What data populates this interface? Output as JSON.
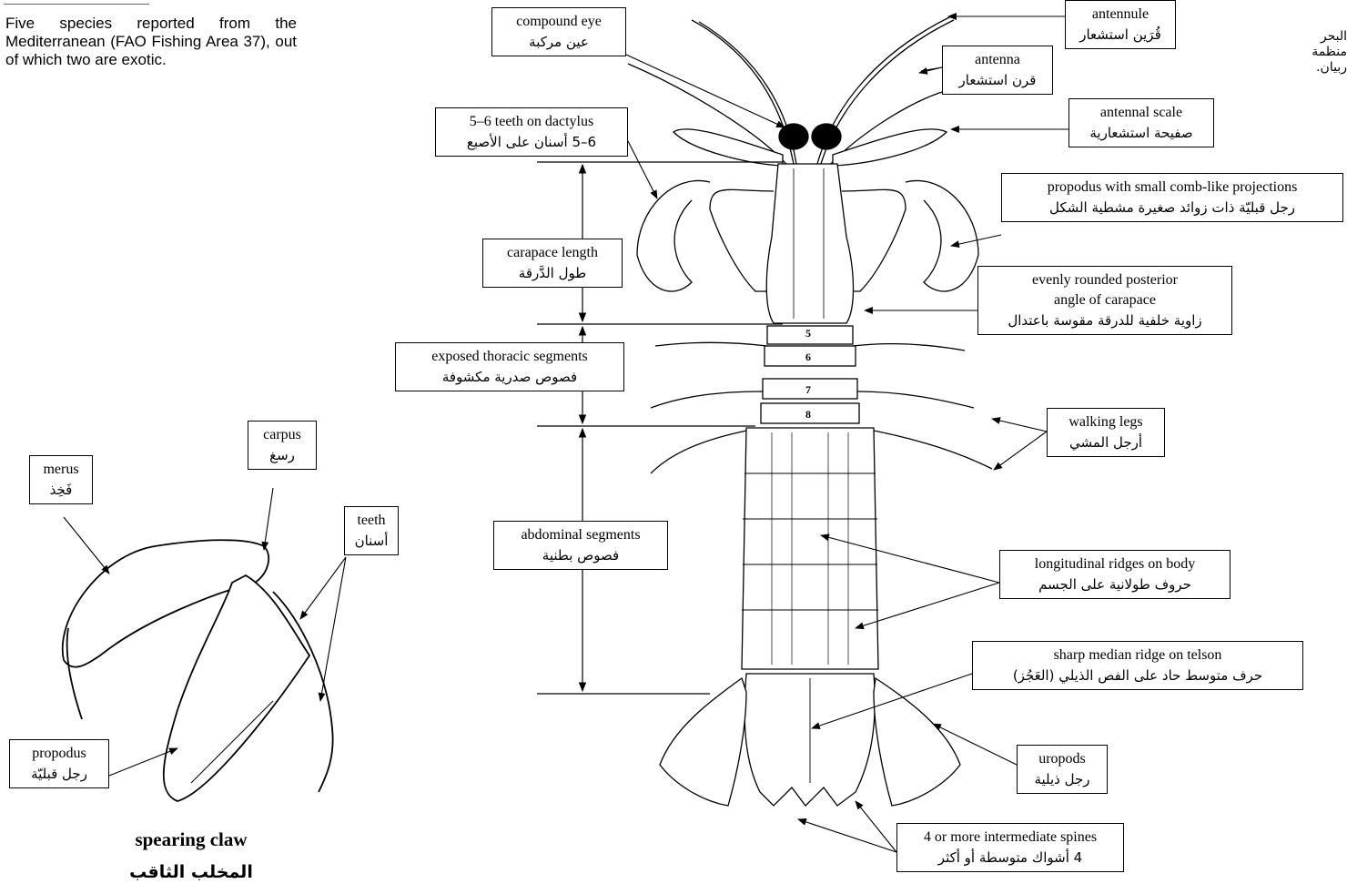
{
  "intro_text": "Five species reported from the Mediterranean (FAO Fishing Area 37), out of which two are exotic.",
  "arabic_side_text": [
    "البحر",
    "منظمة",
    "ربيان."
  ],
  "segment_numbers": [
    "5",
    "6",
    "7",
    "8"
  ],
  "labels": {
    "compound_eye": {
      "en": "compound eye",
      "ar": "عين مركبة"
    },
    "teeth_dactylus": {
      "en": "5–6 teeth on dactylus",
      "ar": "6–5 أسنان على الأصبع"
    },
    "carapace_length": {
      "en": "carapace length",
      "ar": "طول الدَّرقة"
    },
    "thoracic_segments": {
      "en": "exposed thoracic segments",
      "ar": "فصوص صدرية مكشوفة"
    },
    "abdominal_segments": {
      "en": "abdominal segments",
      "ar": "فصوص بطنية"
    },
    "antennule": {
      "en": "antennule",
      "ar": "قُرَين استشعار"
    },
    "antenna": {
      "en": "antenna",
      "ar": "قرن استشعار"
    },
    "antennal_scale": {
      "en": "antennal scale",
      "ar": "صفيحة استشعارية"
    },
    "propodus_comb": {
      "en": "propodus with small comb-like projections",
      "ar": "رجل قبليّة ذات زوائد صغيرة  مشطية الشكل"
    },
    "posterior_angle": {
      "en1": "evenly rounded posterior",
      "en2": "angle of carapace",
      "ar": "زاوية خلفية للدرقة مقوسة باعتدال"
    },
    "walking_legs": {
      "en": "walking legs",
      "ar": "أرجل المشي"
    },
    "longitudinal_ridges": {
      "en": "longitudinal ridges on body",
      "ar": "حروف طولانية على الجسم"
    },
    "median_ridge": {
      "en": "sharp median ridge on telson",
      "ar": "حرف متوسط حاد على الفص الذيلي (العَجُز)"
    },
    "uropods": {
      "en": "uropods",
      "ar": "رجل ذيلية"
    },
    "intermediate_spines": {
      "en": "4 or more intermediate spines",
      "ar": "4 أشواك متوسطة أو أكثر"
    },
    "merus": {
      "en": "merus",
      "ar": "فَخِذ"
    },
    "carpus": {
      "en": "carpus",
      "ar": "رسغ"
    },
    "teeth": {
      "en": "teeth",
      "ar": "أسنان"
    },
    "propodus": {
      "en": "propodus",
      "ar": "رجل قبليّة"
    }
  },
  "caption": {
    "en": "spearing claw",
    "ar": "المخلب الثاقب"
  }
}
